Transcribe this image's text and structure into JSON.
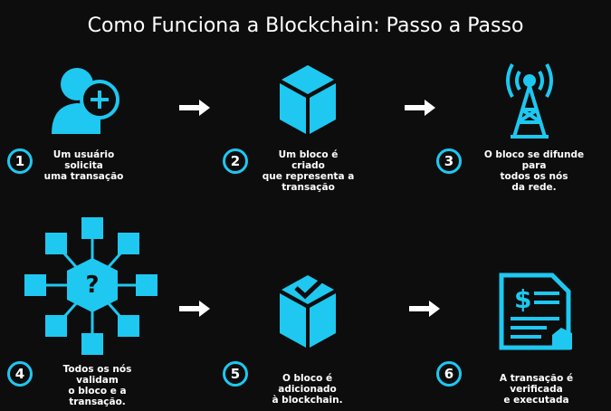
{
  "title": "Como Funciona a Blockchain: Passo a Passo",
  "accent_color": "#1ec8f0",
  "steps": [
    {
      "number": "1",
      "text": "Um usuário solicita\numa transação",
      "icon": "user-add-icon"
    },
    {
      "number": "2",
      "text": "Um bloco é criado\nque representa a\ntransação",
      "icon": "cube-icon"
    },
    {
      "number": "3",
      "text": "O bloco se difunde para\ntodos os nós\nda rede.",
      "icon": "antenna-tower-icon"
    },
    {
      "number": "4",
      "text": "Todos os nós validam\no bloco e a\ntransação.",
      "icon": "network-cubes-icon"
    },
    {
      "number": "5",
      "text": "O bloco é adicionado\nà blockchain.",
      "icon": "cube-check-icon"
    },
    {
      "number": "6",
      "text": "A transação é verificada\ne executada",
      "icon": "invoice-check-icon"
    }
  ]
}
